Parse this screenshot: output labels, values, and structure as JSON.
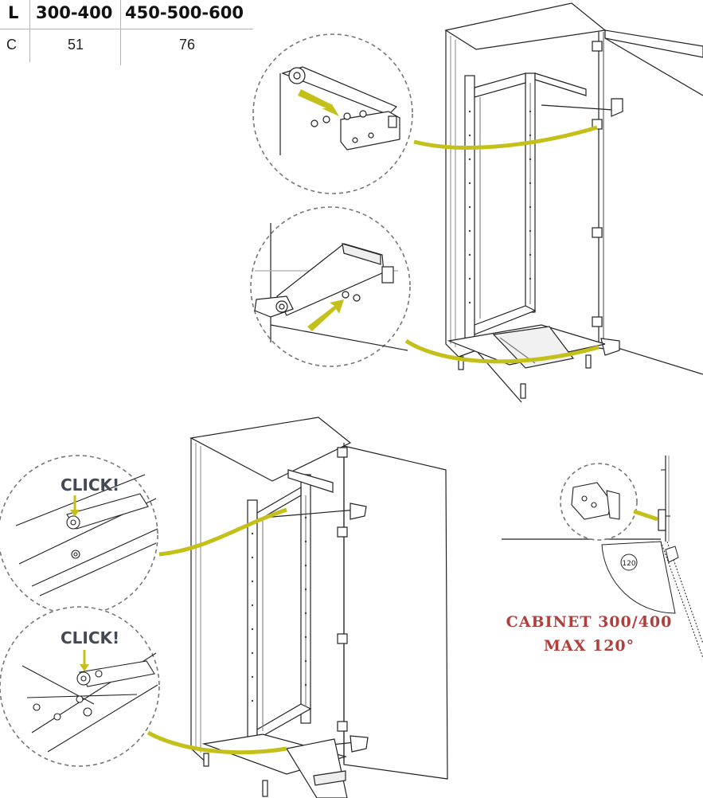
{
  "spec_table": {
    "header": [
      "L",
      "300-400",
      "450-500-600"
    ],
    "row": [
      "C",
      "51",
      "76"
    ]
  },
  "callouts": {
    "click_top": "CLICK!",
    "click_bottom": "CLICK!",
    "angle_badge": "120"
  },
  "cabinet_note": {
    "line1": "CABINET 300/400",
    "line2": "MAX 120°"
  },
  "colors": {
    "accent_arrow": "#c3c01a",
    "outline": "#222222",
    "dashed_circle": "#777777",
    "click_text": "#434a55",
    "note_text": "#ad3f3c"
  }
}
